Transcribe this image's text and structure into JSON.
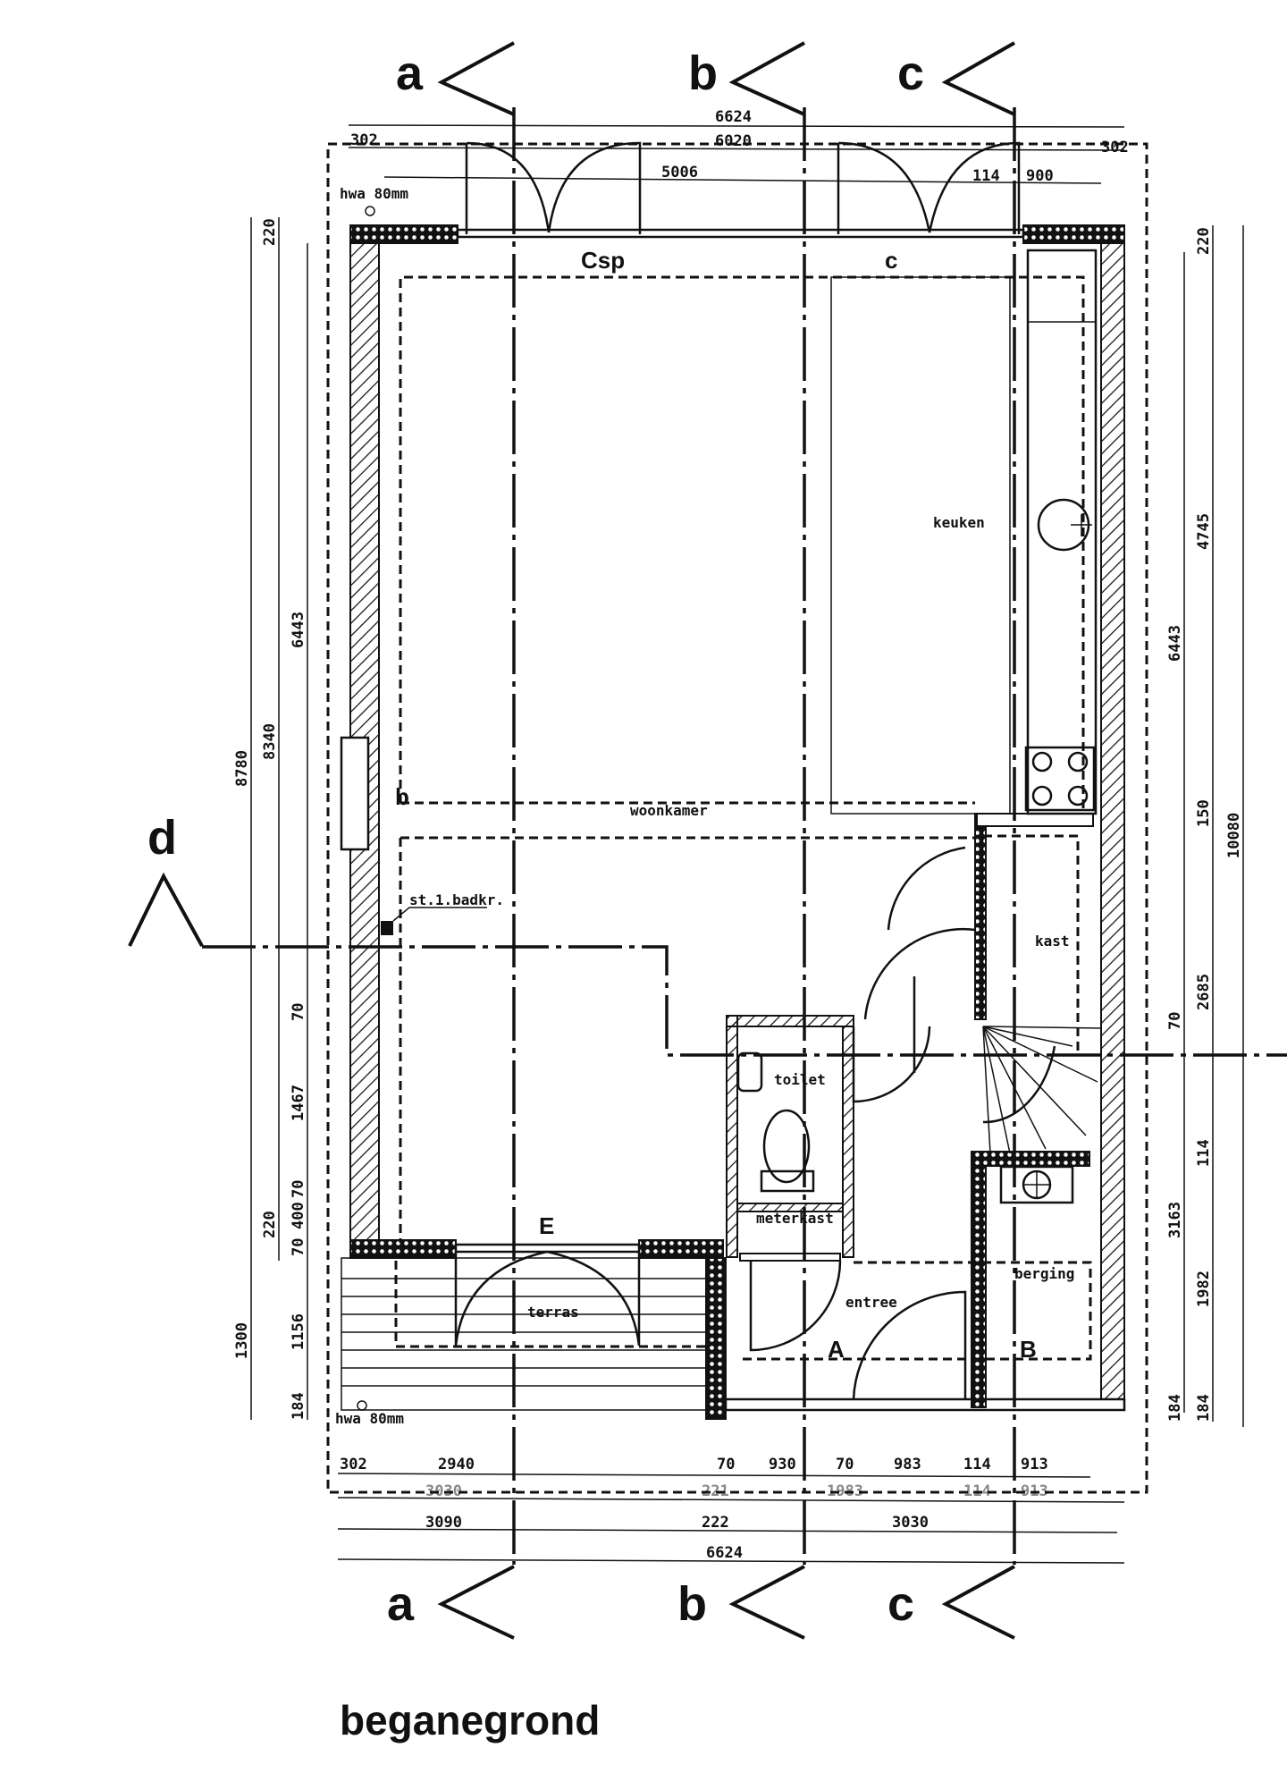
{
  "title": "beganegrond",
  "sections": {
    "a": "a",
    "b": "b",
    "c": "c",
    "d": "d"
  },
  "rooms": {
    "csp": "Csp",
    "c": "c",
    "keuken": "keuken",
    "woonkamer": "woonkamer",
    "b": "b",
    "kast": "kast",
    "toilet": "toilet",
    "meterkast": "meterkast",
    "entree": "entree",
    "berging": "berging",
    "terras": "terras",
    "E": "E",
    "A": "A",
    "B": "B",
    "badkr": "st.1.badkr.",
    "hwa_top": "hwa 80mm",
    "hwa_bottom": "hwa 80mm"
  },
  "dims_top": [
    "6624",
    "302",
    "6020",
    "302",
    "5006",
    "114",
    "900"
  ],
  "dims_bottom_1": [
    "302",
    "2940",
    "70",
    "930",
    "70",
    "983",
    "114",
    "913"
  ],
  "dims_bottom_2": [
    "3030",
    "221",
    "1983",
    "114",
    "913"
  ],
  "dims_bottom_3": [
    "3090",
    "222",
    "3030"
  ],
  "dims_bottom_4": [
    "6624"
  ],
  "dims_left": [
    "8780",
    "1300",
    "220",
    "8340",
    "220",
    "6443",
    "70",
    "1467",
    "70",
    "400",
    "70",
    "1156",
    "184"
  ],
  "dims_right": [
    "6443",
    "70",
    "3163",
    "184",
    "220",
    "4745",
    "150",
    "2685",
    "114",
    "1982",
    "184",
    "10080"
  ],
  "colors": {
    "ink": "#111111",
    "paper": "#ffffff"
  }
}
